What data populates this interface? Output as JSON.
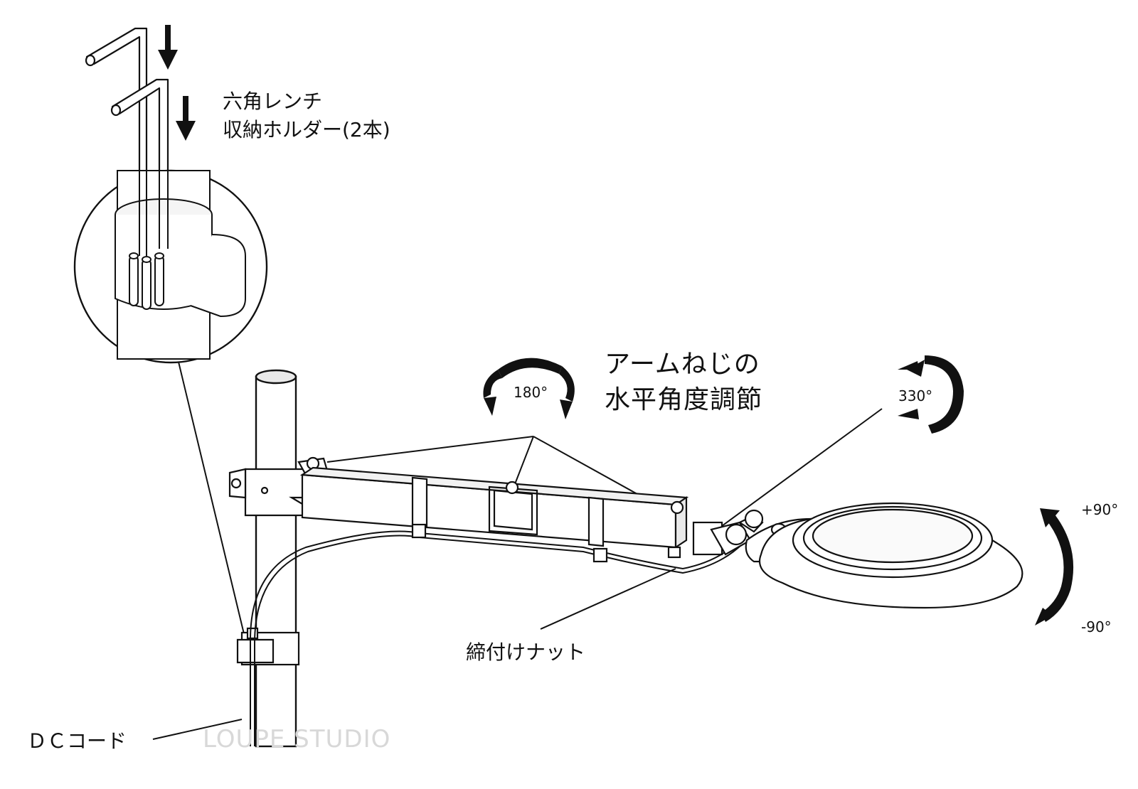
{
  "labels": {
    "hex_wrench_line1": "六角レンチ",
    "hex_wrench_line2": "収納ホルダー(2本)",
    "arm_screw_line1": "アームねじの",
    "arm_screw_line2": "水平角度調節",
    "rotation_180": "180°",
    "rotation_330": "330°",
    "tilt_plus": "+90°",
    "tilt_minus": "-90°",
    "nut": "締付けナット",
    "dc_cord": "ＤＣコード"
  },
  "watermark": "LOUPE STUDIO",
  "colors": {
    "line": "#111111",
    "fill": "#ffffff",
    "shade": "#e9e9e9",
    "watermark": "#d8d8d8"
  }
}
